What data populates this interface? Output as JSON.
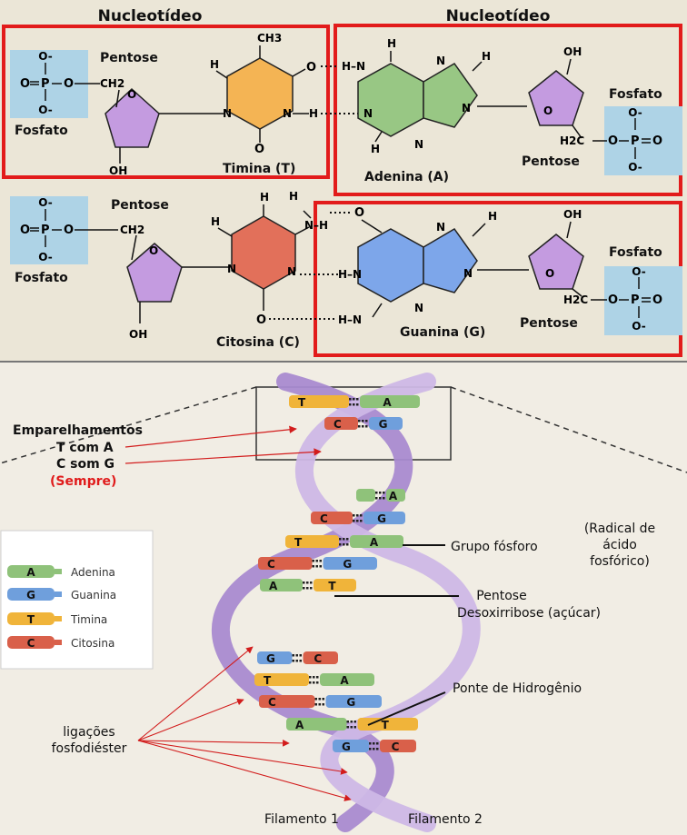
{
  "top": {
    "titles": [
      "Nucleotídeo",
      "Nucleotídeo"
    ],
    "fosfato": "Fosfato",
    "pentose": "Pentose",
    "bases": {
      "timina": "Timina (T)",
      "adenina": "Adenina (A)",
      "citosina": "Citosina (C)",
      "guanina": "Guanina (G)"
    },
    "atoms": {
      "O": "O",
      "Ominus": "O-",
      "P": "P",
      "N": "N",
      "H": "H",
      "C": "C",
      "OH": "OH",
      "CH3": "CH3",
      "CH2": "CH2",
      "H2C": "H2C",
      "HN": "H–N",
      "NH": "N–H"
    }
  },
  "bottom": {
    "pairing": {
      "line1": "Emparelhamentos",
      "line2": "T com A",
      "line3": "C som G",
      "line4": "(Sempre)"
    },
    "labels": {
      "grupo_fosforo": "Grupo fósforo",
      "radical": [
        "(Radical de",
        "ácido",
        "fosfórico)"
      ],
      "pentose": [
        "Pentose",
        "Desoxirribose (açúcar)"
      ],
      "ponte": "Ponte de Hidrogênio",
      "ligacoes": [
        "ligações",
        "fosfodiéster"
      ],
      "filamento1": "Filamento 1",
      "filamento2": "Filamento 2"
    },
    "legend": [
      {
        "letter": "A",
        "name": "Adenina",
        "color": "#8fc27a"
      },
      {
        "letter": "G",
        "name": "Guanina",
        "color": "#6f9fdc"
      },
      {
        "letter": "T",
        "name": "Timina",
        "color": "#f0b43a"
      },
      {
        "letter": "C",
        "name": "Citosina",
        "color": "#d9604a"
      }
    ],
    "pairs": [
      {
        "left": "T",
        "right": "A"
      },
      {
        "left": "C",
        "right": "G"
      },
      {
        "left": "",
        "right": "A"
      },
      {
        "left": "C",
        "right": "G"
      },
      {
        "left": "T",
        "right": "A"
      },
      {
        "left": "C",
        "right": "G"
      },
      {
        "left": "A",
        "right": "T"
      },
      {
        "left": "G",
        "right": "C"
      },
      {
        "left": "T",
        "right": "A"
      },
      {
        "left": "C",
        "right": "G"
      },
      {
        "left": "A",
        "right": "T"
      },
      {
        "left": "G",
        "right": "C"
      }
    ]
  },
  "colors": {
    "highlight": "#e21b1b",
    "phosphate": "#aed3e6",
    "pentose": "#c49be0",
    "timina": "#f4b454",
    "adenina": "#98c784",
    "citosina": "#e2705a",
    "guanina": "#7da6ea",
    "strand1": "#b89ad6",
    "strand2": "#c9b2e3",
    "sempre": "#e01b1b"
  }
}
